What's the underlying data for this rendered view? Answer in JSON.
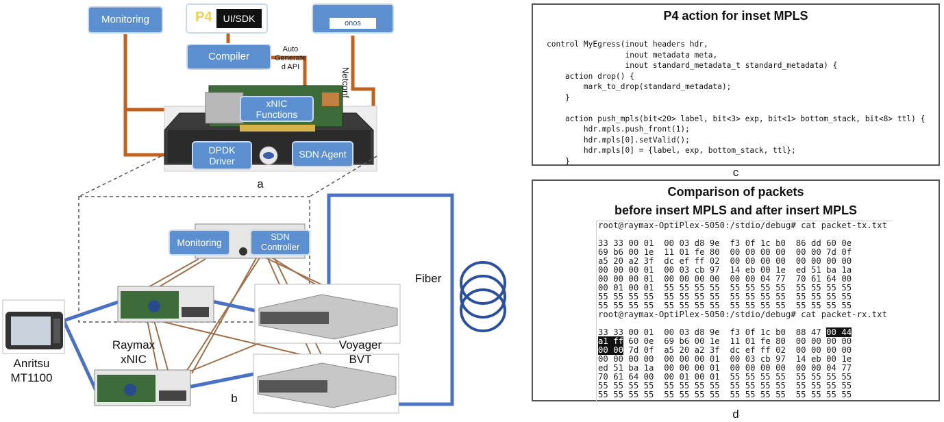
{
  "diagram_a": {
    "monitoring": "Monitoring",
    "ui_sdk": "UI/SDK",
    "p4_logo": "P4",
    "onos_logo": "onos",
    "compiler": "Compiler",
    "auto_api": [
      "Auto",
      "Generate",
      "d API"
    ],
    "netconf": "Netconf",
    "xnic_functions": [
      "xNIC",
      "Functions"
    ],
    "dpdk_driver": [
      "DPDK",
      "Driver"
    ],
    "sdn_agent": "SDN Agent",
    "caption": "a"
  },
  "diagram_b": {
    "monitoring": "Monitoring",
    "sdn_controller": [
      "SDN",
      "Controller"
    ],
    "fiber": "Fiber",
    "voyager": [
      "Voyager",
      "BVT"
    ],
    "raymax": [
      "Raymax",
      "xNIC"
    ],
    "anritsu": [
      "Anritsu",
      "MT1100"
    ],
    "caption": "b"
  },
  "panel_c": {
    "title": "P4 action for inset MPLS",
    "code": "control MyEgress(inout headers hdr,\n                 inout metadata meta,\n                 inout standard_metadata_t standard_metadata) {\n    action drop() {\n        mark_to_drop(standard_metadata);\n    }\n\n    action push_mpls(bit<20> label, bit<3> exp, bit<1> bottom_stack, bit<8> ttl) {\n        hdr.mpls.push_front(1);\n        hdr.mpls[0].setValid();\n        hdr.mpls[0] = {label, exp, bottom_stack, ttl};\n    }",
    "caption": "c"
  },
  "panel_d": {
    "title_line1": "Comparison of packets",
    "title_line2": "before insert MPLS and after insert MPLS",
    "cmd_tx": "root@raymax-OptiPlex-5050:/stdio/debug# cat packet-tx.txt",
    "tx_lines": [
      "33 33 00 01  00 03 d8 9e  f3 0f 1c b0  86 dd 60 0e",
      "69 b6 00 1e  11 01 fe 80  00 00 00 00  00 00 7d 0f",
      "a5 20 a2 3f  dc ef ff 02  00 00 00 00  00 00 00 00",
      "00 00 00 01  00 03 cb 97  14 eb 00 1e  ed 51 ba 1a",
      "00 00 00 01  00 00 00 00  00 00 04 77  70 61 64 00",
      "00 01 00 01  55 55 55 55  55 55 55 55  55 55 55 55",
      "55 55 55 55  55 55 55 55  55 55 55 55  55 55 55 55",
      "55 55 55 55  55 55 55 55  55 55 55 55  55 55 55 55"
    ],
    "cmd_rx": "root@raymax-OptiPlex-5050:/stdio/debug# cat packet-rx.txt",
    "rx_first_prefix": "33 33 00 01  00 03 d8 9e  f3 0f 1c b0  88 47 ",
    "rx_first_hl": "00 44",
    "rx_second_hl": "a1 ff",
    "rx_second_rest": " 60 0e  69 b6 00 1e  11 01 fe 80  00 00 00 00",
    "rx_third_hl": "00 00",
    "rx_third_rest": " 7d 0f  a5 20 a2 3f  dc ef ff 02  00 00 00 00",
    "rx_lines": [
      "00 00 00 00  00 00 00 01  00 03 cb 97  14 eb 00 1e",
      "ed 51 ba 1a  00 00 00 01  00 00 00 00  00 00 04 77",
      "70 61 64 00  00 01 00 01  55 55 55 55  55 55 55 55",
      "55 55 55 55  55 55 55 55  55 55 55 55  55 55 55 55",
      "55 55 55 55  55 55 55 55  55 55 55 55  55 55 55 55"
    ],
    "caption": "d"
  },
  "colors": {
    "box": "#5b8fcf",
    "orange": "#c0621e",
    "cable": "#4a72c4",
    "brown": "#a0704a"
  }
}
